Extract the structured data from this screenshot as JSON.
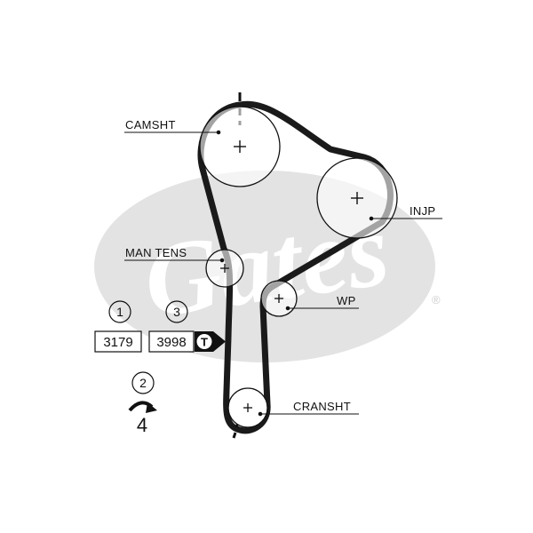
{
  "brand": {
    "watermark_text": "Gates",
    "registered_mark": "®",
    "watermark_color": "#e3e3e3"
  },
  "colors": {
    "belt": "#1a1a1a",
    "pulley": "#111111",
    "text": "#111111"
  },
  "pulleys": {
    "camshaft": "CAMSHT",
    "injection_pump": "INJP",
    "manual_tensioner": "MAN TENS",
    "water_pump": "WP",
    "crankshaft": "CRANSHT"
  },
  "steps": {
    "step1": {
      "number": "1",
      "value": "3179"
    },
    "step2": {
      "number": "2",
      "value": "4"
    },
    "step3": {
      "number": "3",
      "value": "3998",
      "tool_icon": "T"
    }
  },
  "icons": [
    "rotation-arrow-icon",
    "tool-t-icon",
    "timing-mark-icon"
  ]
}
